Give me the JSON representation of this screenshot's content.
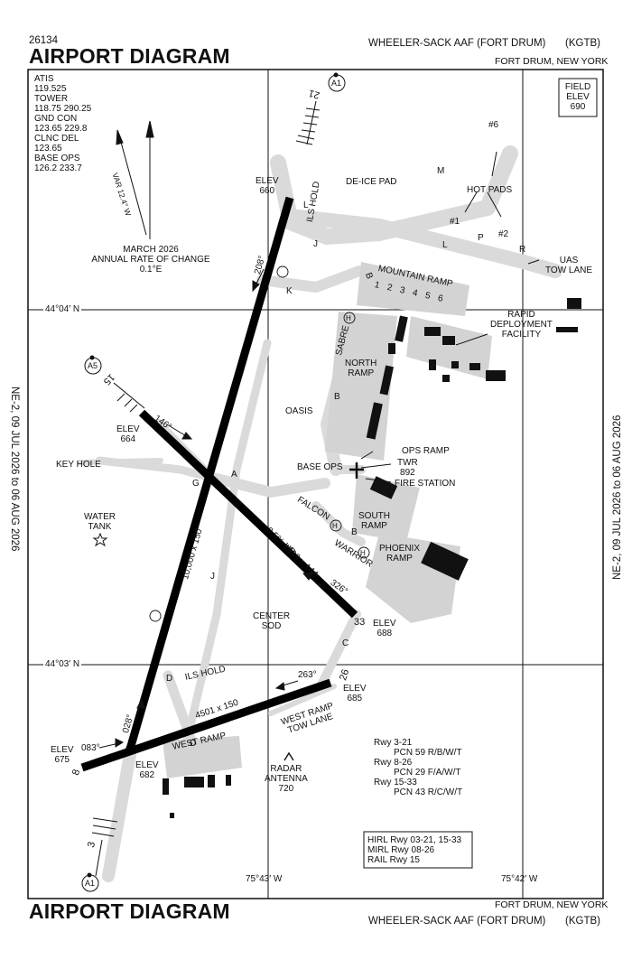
{
  "header": {
    "chart_number": "26134",
    "title": "AIRPORT DIAGRAM",
    "airport": "WHEELER-SACK AAF (FORT DRUM)",
    "ident": "(KGTB)",
    "location": "FORT DRUM, NEW YORK"
  },
  "footer": {
    "title": "AIRPORT DIAGRAM",
    "location": "FORT DRUM, NEW YORK",
    "airport": "WHEELER-SACK AAF (FORT DRUM)",
    "ident": "(KGTB)"
  },
  "side_text": {
    "left": "NE-2, 09 JUL 2026  to  06 AUG 2026",
    "right": "NE-2, 09 JUL 2026  to  06 AUG 2026"
  },
  "comms": [
    "ATIS",
    "119.525",
    "TOWER",
    "118.75  290.25",
    "GND CON",
    "123.65  229.8",
    "CLNC DEL",
    "123.65",
    "BASE OPS",
    "126.2  233.7"
  ],
  "field_elev": {
    "label1": "FIELD",
    "label2": "ELEV",
    "value": "690"
  },
  "magvar": {
    "var_label": "VAR 12.4° W",
    "rate_line1": "MARCH 2026",
    "rate_line2": "ANNUAL RATE OF CHANGE",
    "rate_line3": "0.1°E"
  },
  "grid": {
    "lat_top": "44°04′ N",
    "lat_bottom": "44°03′ N",
    "lon_left": "75°43′ W",
    "lon_right": "75°42′ W"
  },
  "runway_labels": {
    "rwy_3_21_dims": "10,000 x 150",
    "rwy_15_33_dims": "4999 x 144",
    "rwy_8_26_dims": "4501 x 150",
    "slope": "0.5% UP",
    "hdg_208": "208°",
    "hdg_028": "028°",
    "hdg_146": "146°",
    "hdg_326": "326°",
    "hdg_263": "263°",
    "hdg_083": "083°",
    "end_21": "21",
    "end_3": "3",
    "end_15": "15",
    "end_33": "33",
    "end_26": "26",
    "end_8": "8"
  },
  "elevations": {
    "rwy21": [
      "ELEV",
      "660"
    ],
    "rwy15": [
      "ELEV",
      "664"
    ],
    "rwy33": [
      "ELEV",
      "688"
    ],
    "rwy26": [
      "ELEV",
      "685"
    ],
    "rwy8": [
      "ELEV",
      "675"
    ],
    "rwy3": [
      "ELEV",
      "682"
    ]
  },
  "places": {
    "de_ice": "DE-ICE PAD",
    "hot_pads": "HOT PADS",
    "pad6": "#6",
    "pad1": "#1",
    "pad2": "#2",
    "uas1": "UAS",
    "uas2": "TOW LANE",
    "mountain_ramp": "MOUNTAIN RAMP",
    "ramp_nums": [
      "1",
      "2",
      "3",
      "4",
      "5",
      "6"
    ],
    "rdf1": "RAPID",
    "rdf2": "DEPLOYMENT",
    "rdf3": "FACILITY",
    "sabre": "SABRE",
    "north1": "NORTH",
    "north2": "RAMP",
    "oasis": "OASIS",
    "ops_ramp": "OPS RAMP",
    "base_ops": "BASE OPS",
    "twr": "TWR",
    "twr_elev": "892",
    "fire": "FIRE STATION",
    "falcon": "FALCON",
    "south1": "SOUTH",
    "south2": "RAMP",
    "warrior": "WARRIOR",
    "phoenix1": "PHOENIX",
    "phoenix2": "RAMP",
    "key_hole": "KEY HOLE",
    "water1": "WATER",
    "water2": "TANK",
    "center1": "CENTER",
    "center2": "SOD",
    "ils_hold_top": "ILS HOLD",
    "ils_hold_bottom": "ILS HOLD",
    "west_ramp": "WEST RAMP",
    "wr_tow1": "WEST RAMP",
    "wr_tow2": "TOW LANE",
    "radar1": "RADAR",
    "radar2": "ANTENNA",
    "radar3": "720"
  },
  "taxiways": {
    "A": "A",
    "B1": "B",
    "B2": "B",
    "B3": "B",
    "C": "C",
    "D1": "D",
    "D2": "D",
    "G": "G",
    "J1": "J",
    "J2": "J",
    "K": "K",
    "L1": "L",
    "L2": "L",
    "M": "M",
    "P": "P",
    "R": "R"
  },
  "approach_symbols": [
    "A1",
    "A5",
    "A1"
  ],
  "hot_spot_marker": "H",
  "pcn": [
    "Rwy 3-21",
    "PCN 59 R/B/W/T",
    "Rwy 8-26",
    "PCN 29 F/A/W/T",
    "Rwy 15-33",
    "PCN 43 R/C/W/T"
  ],
  "lighting": [
    "HIRL Rwy 03-21, 15-33",
    "MIRL Rwy 08-26",
    "RAIL Rwy 15"
  ],
  "colors": {
    "runway": "#000000",
    "taxiway": "#d9d9d9",
    "ramp": "#d0d0d0",
    "ink": "#111111"
  }
}
